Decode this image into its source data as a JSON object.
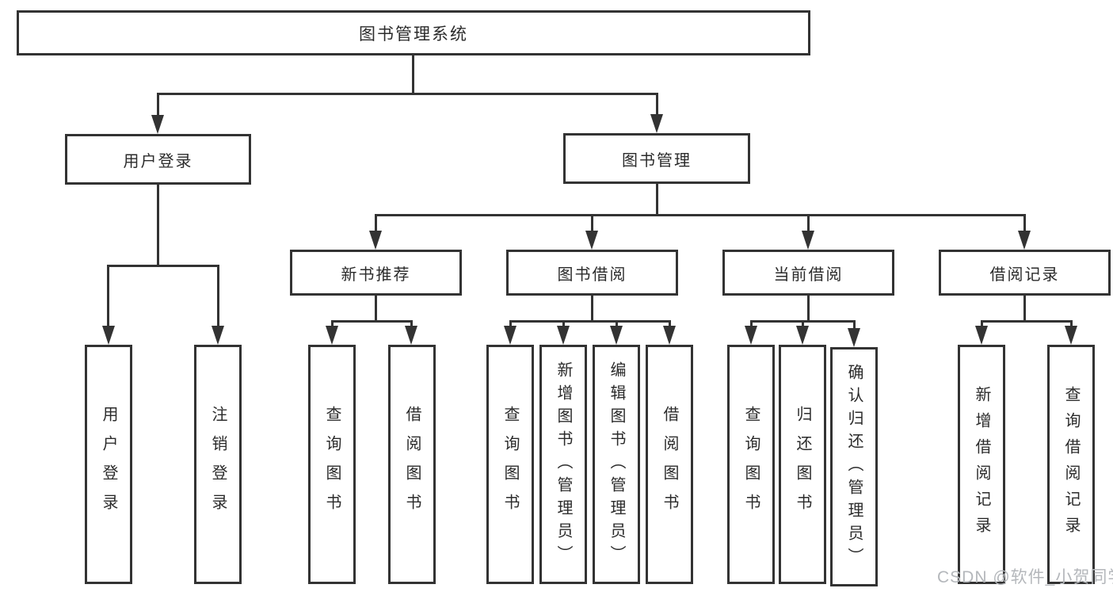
{
  "diagram": {
    "type": "hierarchy",
    "title": "图书管理系统",
    "watermark": "CSDN @软件_小贺同学",
    "colors": {
      "line": "#333333",
      "text": "#2b2b2b",
      "watermark": "#b4b7bb",
      "background": "#ffffff"
    },
    "tree": {
      "root": {
        "label": "图书管理系统"
      },
      "branches": [
        {
          "label": "用户登录",
          "leaves": [
            "用户登录",
            "注销登录"
          ]
        },
        {
          "label": "图书管理",
          "children": [
            {
              "label": "新书推荐",
              "leaves": [
                "查询图书",
                "借阅图书"
              ]
            },
            {
              "label": "图书借阅",
              "leaves": [
                "查询图书",
                "新增图书（管理员）",
                "编辑图书（管理员）",
                "借阅图书"
              ]
            },
            {
              "label": "当前借阅",
              "leaves": [
                "查询图书",
                "归还图书",
                "确认归还（管理员）"
              ]
            },
            {
              "label": "借阅记录",
              "leaves": [
                "新增借阅记录",
                "查询借阅记录"
              ]
            }
          ]
        }
      ]
    }
  }
}
